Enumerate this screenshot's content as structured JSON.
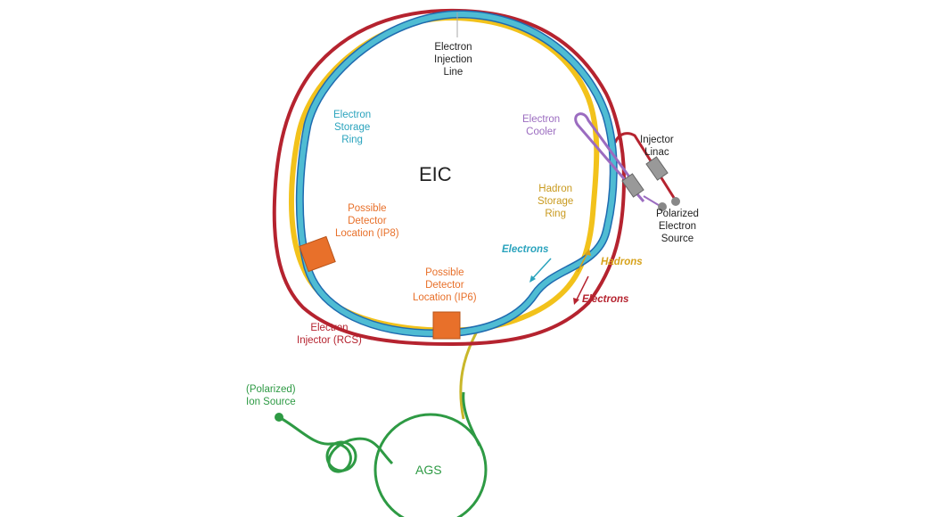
{
  "title": "EIC",
  "labels": {
    "electron_injection_line": "Electron\nInjection\nLine",
    "electron_storage_ring": "Electron\nStorage\nRing",
    "electron_cooler": "Electron\nCooler",
    "injector_linac": "Injector\nLinac",
    "polarized_electron_source": "Polarized\nElectron\nSource",
    "hadron_storage_ring": "Hadron\nStorage\nRing",
    "detector_ip8": "Possible\nDetector\nLocation (IP8)",
    "detector_ip6": "Possible\nDetector\nLocation (IP6)",
    "electrons_cyan": "Electrons",
    "hadrons": "Hadrons",
    "electrons_red": "Electrons",
    "electron_injector": "Electron\nInjector (RCS)",
    "ion_source": "(Polarized)\nIon Source",
    "ags": "AGS"
  },
  "colors": {
    "electron_injector": "#b5232f",
    "electron_storage": "#4fbcd3",
    "electron_storage_edge": "#1f6bb0",
    "hadron_storage": "#f2c21b",
    "detector": "#e8702a",
    "cooler": "#9b6cc0",
    "ags": "#2e9a44",
    "linac": "#999999"
  }
}
